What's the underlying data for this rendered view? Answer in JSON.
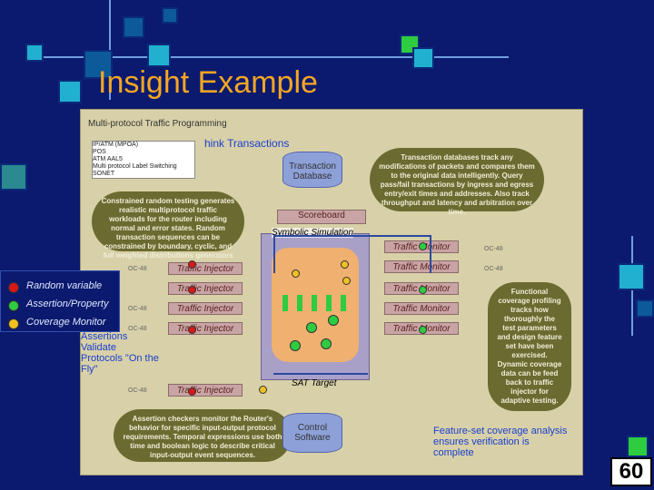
{
  "slide": {
    "title": "Insight Example",
    "page_number": "60"
  },
  "diagram": {
    "header": "Multi-protocol Traffic Programming",
    "protocols": [
      "IP/ATM (MPOA)",
      "POS",
      "ATM AAL5",
      "Multi protocol Label Switching",
      "SONET"
    ],
    "link_transactions": "hink Transactions",
    "transaction_db": "Transaction Database",
    "scoreboard": "Scoreboard",
    "control_software": "Control Software",
    "injector_label": "Traffic Injector",
    "monitor_label": "Traffic Monitor",
    "oc48": "OC-48",
    "sim_label": "Symbolic Simulation",
    "sat_label": "SAT Target",
    "assertions_text": "Assertions Validate Protocols \"On the Fly\"",
    "feature_text": "Feature-set coverage analysis ensures verification is complete",
    "cloud_constrained": "Constrained random testing generates realistic multiprotocol traffic workloads for the router including normal and error states. Random transaction sequences can be constrained by boundary, cyclic, and full weighted distributions generators",
    "cloud_transaction": "Transaction databases track any modifications of packets and compares them to the original data intelligently. Query pass/fail transactions by ingress and egress entry/exit times and addresses. Also track throughput and latency and arbitration over time.",
    "cloud_functional": "Functional coverage profiling tracks how thoroughly the test parameters and design feature set have been exercised. Dynamic coverage data can be feed back to traffic injector for adaptive testing.",
    "cloud_assertion": "Assertion checkers monitor the Router's behavior for specific input-output protocol requirements. Temporal expressions use both time and boolean logic to describe critical input-output event sequences."
  },
  "legend": {
    "items": [
      "Random variable",
      "Assertion/Property",
      "Coverage Monitor"
    ]
  },
  "colors": {
    "background": "#0b1a6e",
    "title": "#f5a623",
    "random": "#d81818",
    "assertion": "#2ecc40",
    "coverage": "#f0c020"
  }
}
